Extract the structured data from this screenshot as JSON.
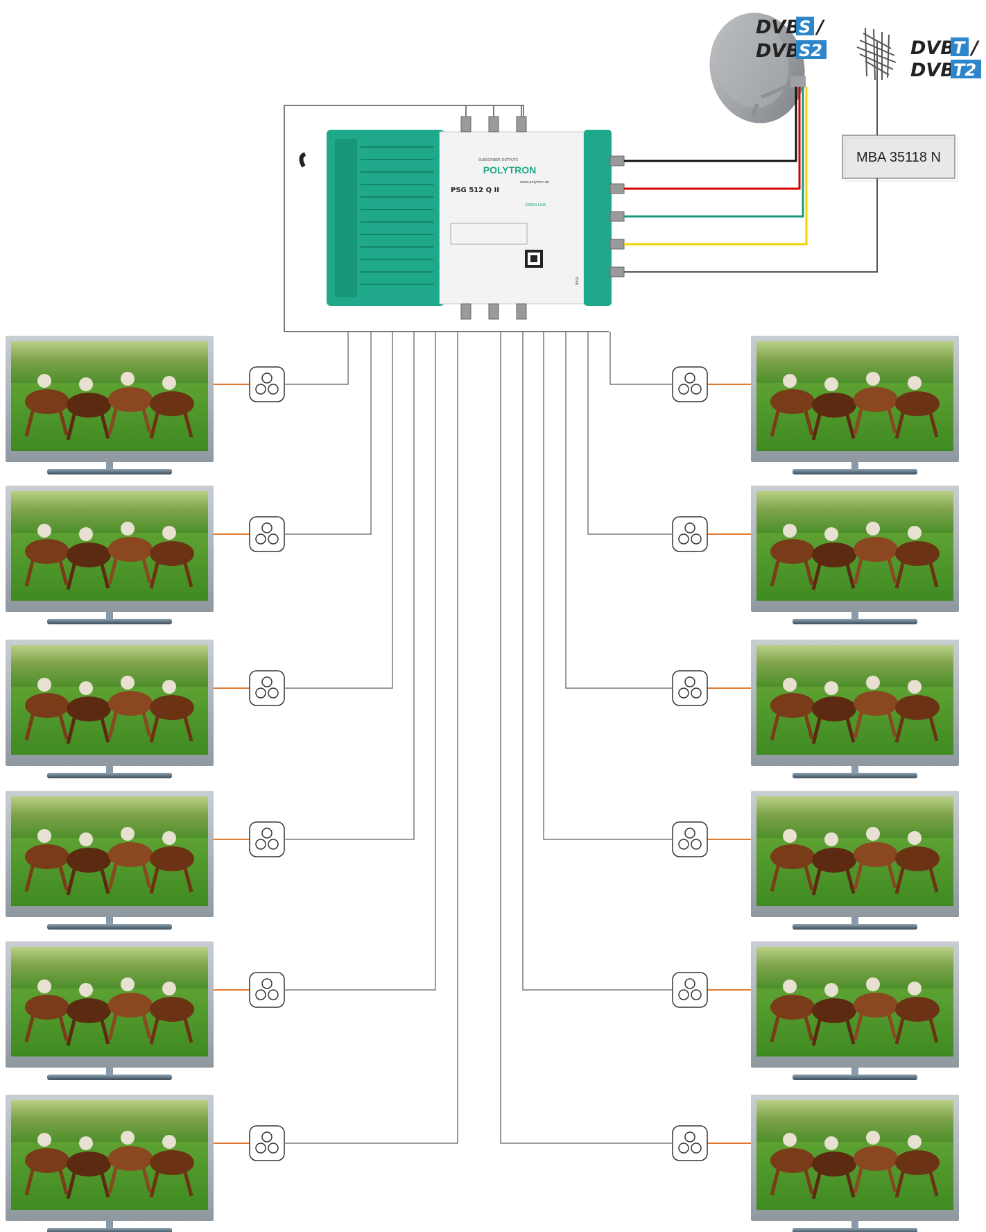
{
  "diagram": {
    "satellite": {
      "labels": [
        {
          "base": "DVB",
          "suffix": "S",
          "sep": "/"
        },
        {
          "base": "DVB",
          "suffix": "S2",
          "sep": ""
        }
      ],
      "cable_colors": [
        "#111111",
        "#d40000",
        "#1a9a7a",
        "#f2d200"
      ]
    },
    "terrestrial": {
      "labels": [
        {
          "base": "DVB",
          "suffix": "T",
          "sep": "/"
        },
        {
          "base": "DVB",
          "suffix": "T2",
          "sep": ""
        }
      ],
      "amplifier_label": "MBA 35118 N"
    },
    "multiswitch": {
      "brand": "POLYTRON",
      "model": "PSG 512 Q II",
      "website": "www.polytron.de",
      "subscriber_outputs_label": "SUBSCRIBER OUTPUTS",
      "green_line_label": "GREEN LINE",
      "terr_label": "TERR.",
      "body_color": "#1fa889",
      "output_count": 12
    },
    "colors": {
      "trunk": "#7a7a7a",
      "tv_cable": "#e07a30",
      "suffix_bg": "#2c86c9"
    },
    "outlet_rows": 6
  }
}
